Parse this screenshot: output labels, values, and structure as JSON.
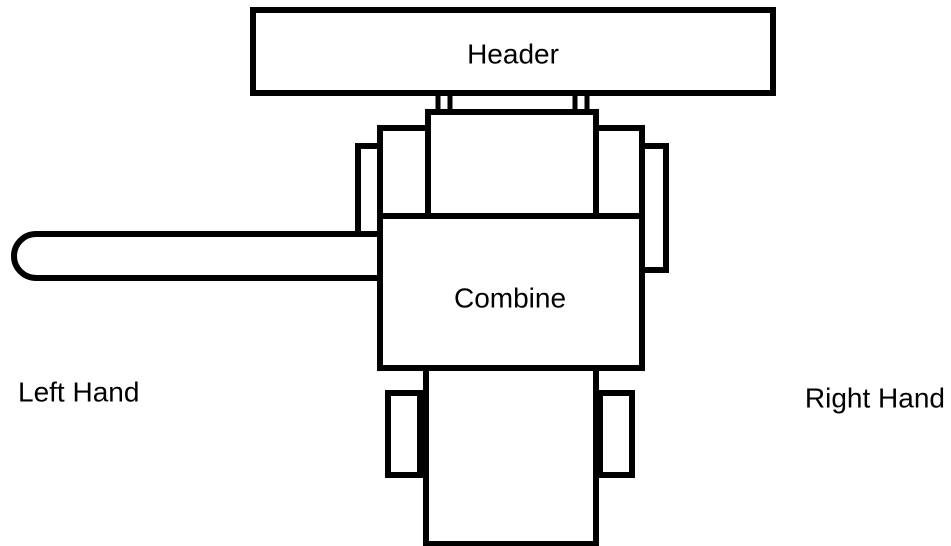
{
  "labels": {
    "header": "Header",
    "combine": "Combine",
    "left_hand": "Left Hand",
    "right_hand": "Right Hand"
  },
  "colors": {
    "stroke": "#000000",
    "background": "#ffffff"
  }
}
